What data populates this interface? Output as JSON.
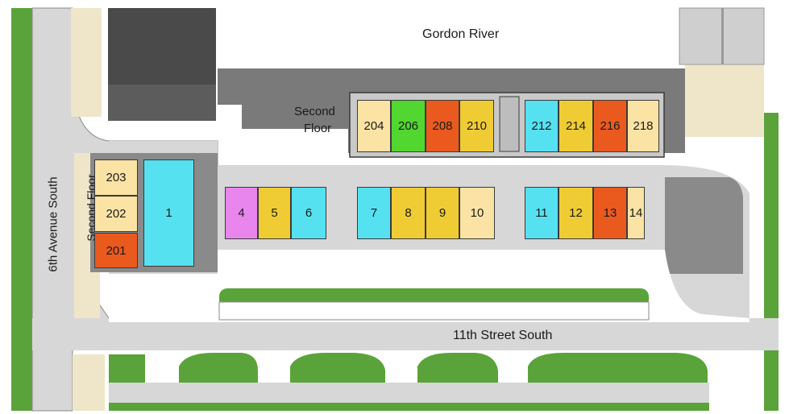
{
  "labels": {
    "river": "Gordon River",
    "street": "11th Street South",
    "avenue": "6th Avenue South",
    "second_floor_top_line1": "Second",
    "second_floor_top_line2": "Floor",
    "second_floor_left": "Second Floor"
  },
  "colors": {
    "beige": "#fae3a4",
    "yellow": "#f0cc34",
    "orange": "#ea5a1f",
    "green": "#52d630",
    "cyan": "#56e1f0",
    "pink": "#e986ee",
    "grass": "#5aa33a",
    "asphalt": "#7a7a7a",
    "walkway": "#d7d7d7"
  },
  "units_second_floor_top": [
    {
      "label": "204",
      "color": "beige"
    },
    {
      "label": "206",
      "color": "green"
    },
    {
      "label": "208",
      "color": "orange"
    },
    {
      "label": "210",
      "color": "yellow"
    },
    {
      "label": "212",
      "color": "cyan"
    },
    {
      "label": "214",
      "color": "yellow"
    },
    {
      "label": "216",
      "color": "orange"
    },
    {
      "label": "218",
      "color": "beige"
    }
  ],
  "units_second_floor_left": [
    {
      "label": "203",
      "color": "beige"
    },
    {
      "label": "202",
      "color": "beige"
    },
    {
      "label": "201",
      "color": "orange"
    }
  ],
  "units_ground": [
    {
      "label": "1",
      "color": "cyan"
    },
    {
      "label": "4",
      "color": "pink"
    },
    {
      "label": "5",
      "color": "yellow"
    },
    {
      "label": "6",
      "color": "cyan"
    },
    {
      "label": "7",
      "color": "cyan"
    },
    {
      "label": "8",
      "color": "yellow"
    },
    {
      "label": "9",
      "color": "yellow"
    },
    {
      "label": "10",
      "color": "beige"
    },
    {
      "label": "11",
      "color": "cyan"
    },
    {
      "label": "12",
      "color": "yellow"
    },
    {
      "label": "13",
      "color": "orange"
    },
    {
      "label": "14",
      "color": "beige"
    }
  ]
}
